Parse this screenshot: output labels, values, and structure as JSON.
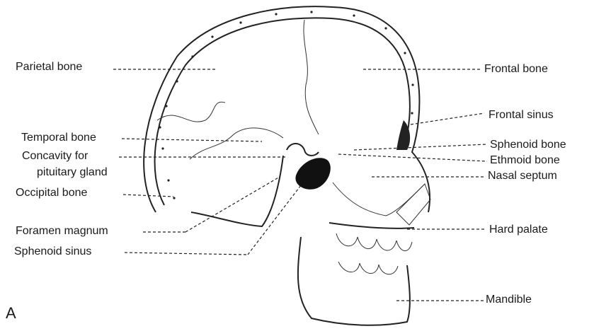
{
  "panel_letter": "A",
  "labels": {
    "parietal": "Parietal bone",
    "temporal": "Temporal bone",
    "concavity_line1": "Concavity for",
    "concavity_line2": "pituitary gland",
    "occipital": "Occipital bone",
    "foramen": "Foramen magnum",
    "sphenoid_sinus": "Sphenoid sinus",
    "frontal": "Frontal bone",
    "frontal_sinus": "Frontal sinus",
    "sphenoid": "Sphenoid bone",
    "ethmoid": "Ethmoid bone",
    "nasal": "Nasal septum",
    "palate": "Hard palate",
    "mandible": "Mandible"
  }
}
